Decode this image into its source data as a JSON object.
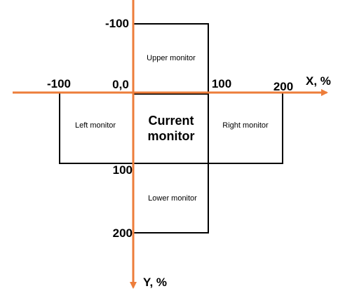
{
  "monitors": {
    "upper": "Upper monitor",
    "left": "Left monitor",
    "current_line1": "Current",
    "current_line2": "monitor",
    "right": "Right monitor",
    "lower": "Lower monitor"
  },
  "axes": {
    "x_title": "X, %",
    "y_title": "Y, %",
    "origin": "0,0",
    "x_ticks": [
      "-100",
      "100",
      "200"
    ],
    "y_ticks": [
      "-100",
      "100",
      "200"
    ]
  },
  "colors": {
    "axis": "#ED7D3A",
    "box": "#000000"
  }
}
